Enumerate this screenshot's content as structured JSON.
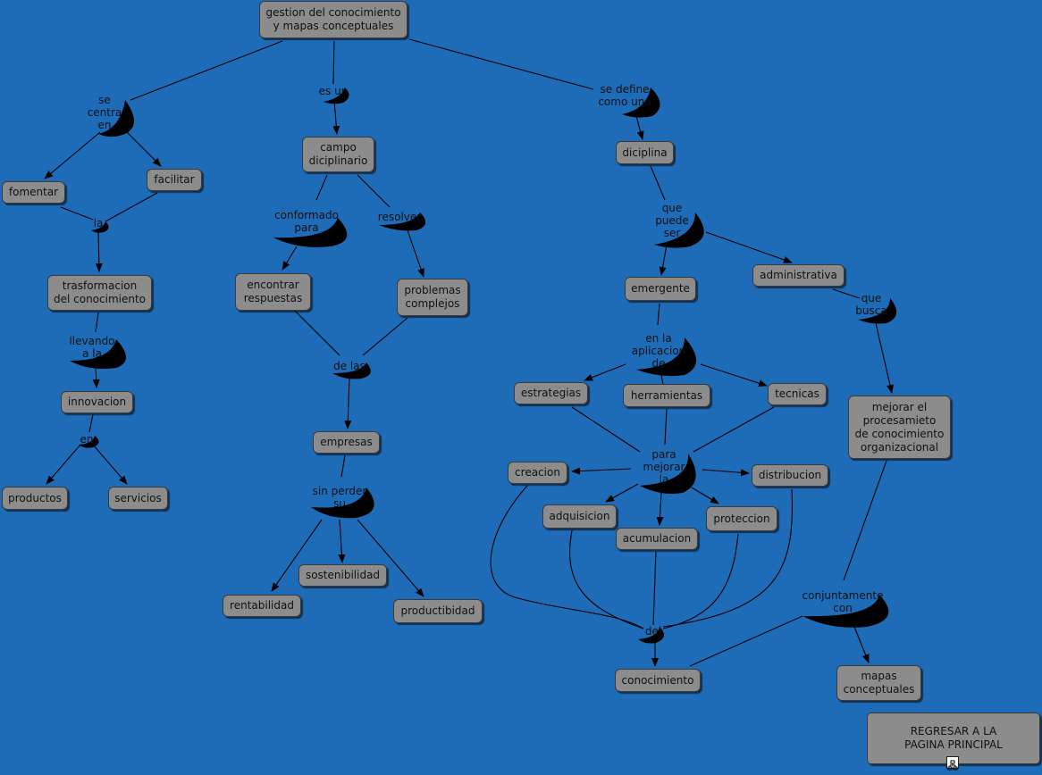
{
  "concepts": {
    "gestion": "gestion del conocimiento\ny mapas conceptuales",
    "fomentar": "fomentar",
    "facilitar": "facilitar",
    "trasformacion": "trasformacion\ndel conocimiento",
    "innovacion": "innovacion",
    "productos": "productos",
    "servicios": "servicios",
    "campo": "campo\ndiciplinario",
    "encontrar": "encontrar\nrespuestas",
    "problemas": "problemas\ncomplejos",
    "empresas": "empresas",
    "sostenibilidad": "sostenibilidad",
    "rentabilidad": "rentabilidad",
    "productibidad": "productibidad",
    "diciplina": "diciplina",
    "emergente": "emergente",
    "administrativa": "administrativa",
    "estrategias": "estrategias",
    "herramientas": "herramientas",
    "tecnicas": "tecnicas",
    "creacion": "creacion",
    "distribucion": "distribucion",
    "adquisicion": "adquisicion",
    "acumulacion": "acumulacion",
    "proteccion": "proteccion",
    "conocimiento": "conocimiento",
    "mejorar": "mejorar el\nprocesamieto\nde conocimiento\norganizacional",
    "mapas": "mapas\nconceptuales"
  },
  "linking_phrases": {
    "se_centra_en": "se\ncentra\nen",
    "es_un": "es un",
    "se_define": "se define\ncomo una",
    "la": "la",
    "llevando": "llevando\na la",
    "en": "en",
    "conformado": "conformado\npara",
    "resolver": "resolver",
    "de_las": "de las",
    "sin_perder": "sin perder\nsu",
    "que_puede_ser": "que\npuede\nser",
    "que_busca": "que\nbusca",
    "en_la_aplicacion": "en la\naplicacion\nde",
    "para_mejorar": "para\nmejorar\nla",
    "del": "del",
    "conjuntamente": "conjuntamente\ncon"
  },
  "return_button": "REGRESAR A LA\nPAGINA PRINCIPAL",
  "map_icon": "concept-map-icon",
  "colors": {
    "background": "#1e6bb8",
    "node_fill": "#8c8c8c",
    "node_border": "#3a3a3a",
    "link": "#000000"
  }
}
